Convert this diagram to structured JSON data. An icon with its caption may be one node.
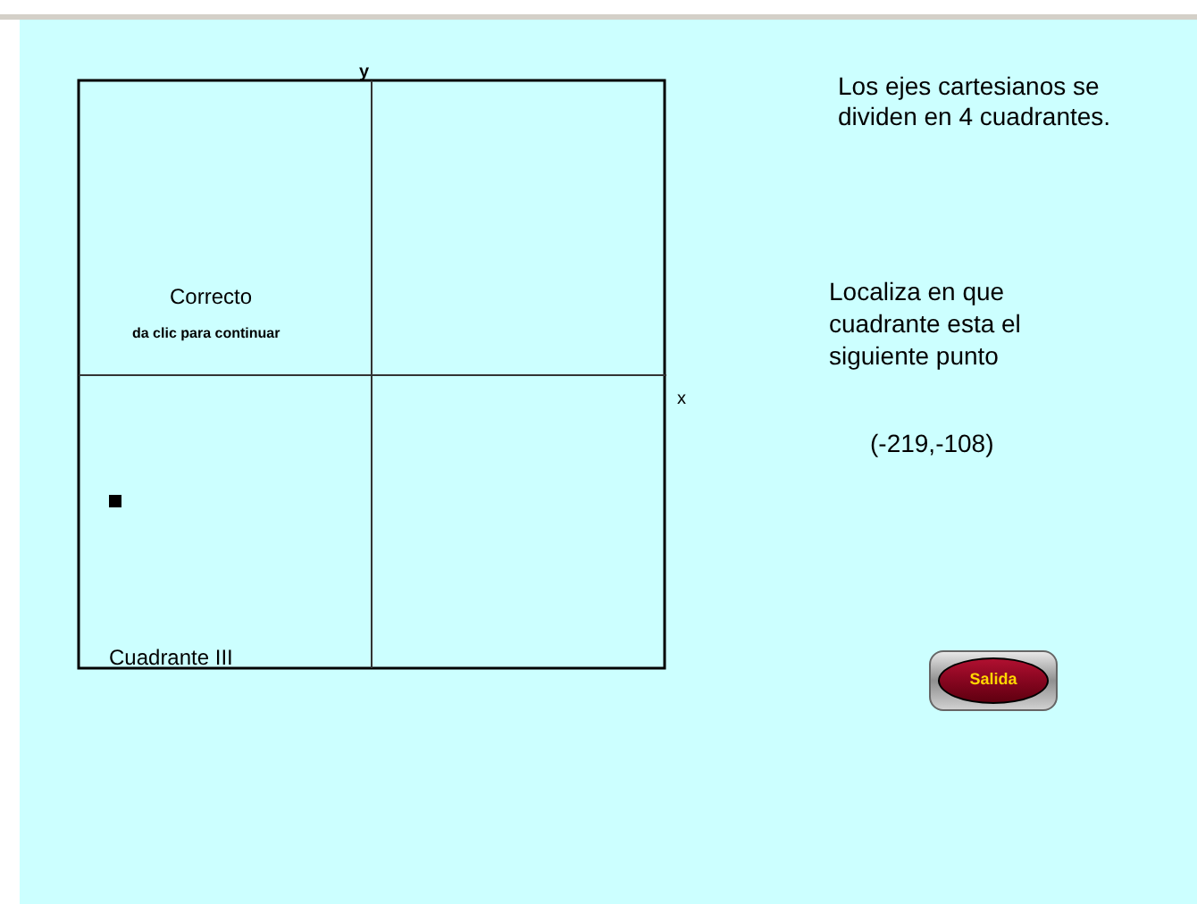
{
  "diagram": {
    "nodes": [
      {
        "text": [
          "Salida"
        ]
      }
    ],
    "labels": [
      "y",
      "Correcto",
      "da clic para continuar",
      "x",
      "Cuadrante III",
      "Los ejes cartesianos se dividen en 4 cuadrantes.",
      "Localiza en que cuadrante esta el siguiente punto",
      "(-219,-108)"
    ]
  }
}
